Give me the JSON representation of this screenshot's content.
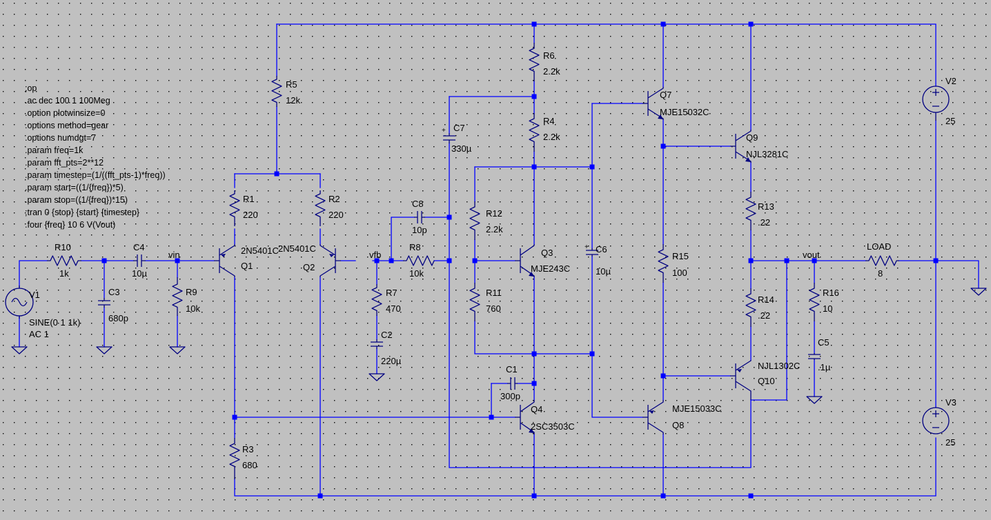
{
  "directives": [
    ";op",
    ".ac dec 100 1 100Meg",
    ".option plotwinsize=0",
    ".options method=gear",
    ".options numdgt=7",
    ".param freq=1k",
    ".param fft_pts=2**12",
    ".param timestep=(1/((fft_pts-1)*freq))",
    ".param start=((1/{freq})*5)",
    ".param stop=((1/{freq})*15)",
    ";tran 0 {stop} {start} {timestep}",
    ".four {freq} 10 6 V(Vout)"
  ],
  "nets": {
    "vin": "vin",
    "vfb": "vfb",
    "vout": "vout"
  },
  "components": {
    "R1": {
      "ref": "R1",
      "value": "220"
    },
    "R2": {
      "ref": "R2",
      "value": "220"
    },
    "R3": {
      "ref": "R3",
      "value": "680"
    },
    "R4": {
      "ref": "R4",
      "value": "2.2k"
    },
    "R5": {
      "ref": "R5",
      "value": "12k"
    },
    "R6": {
      "ref": "R6",
      "value": "2.2k"
    },
    "R7": {
      "ref": "R7",
      "value": "470"
    },
    "R8": {
      "ref": "R8",
      "value": "10k"
    },
    "R9": {
      "ref": "R9",
      "value": "10k"
    },
    "R10": {
      "ref": "R10",
      "value": "1k"
    },
    "R11": {
      "ref": "R11",
      "value": "760"
    },
    "R12": {
      "ref": "R12",
      "value": "2.2k"
    },
    "R13": {
      "ref": "R13",
      "value": ".22"
    },
    "R14": {
      "ref": "R14",
      "value": ".22"
    },
    "R15": {
      "ref": "R15",
      "value": "100"
    },
    "R16": {
      "ref": "R16",
      "value": "10"
    },
    "LOAD": {
      "ref": "LOAD",
      "value": "8"
    },
    "C1": {
      "ref": "C1",
      "value": "300p"
    },
    "C2": {
      "ref": "C2",
      "value": "220µ"
    },
    "C3": {
      "ref": "C3",
      "value": "680p"
    },
    "C4": {
      "ref": "C4",
      "value": "10µ"
    },
    "C5": {
      "ref": "C5",
      "value": ".1µ"
    },
    "C6": {
      "ref": "C6",
      "value": "10µ"
    },
    "C7": {
      "ref": "C7",
      "value": "330µ"
    },
    "C8": {
      "ref": "C8",
      "value": "10p"
    },
    "Q1": {
      "ref": "Q1",
      "value": "2N5401C"
    },
    "Q2": {
      "ref": "Q2",
      "value": "2N5401C"
    },
    "Q3": {
      "ref": "Q3",
      "value": "MJE243C"
    },
    "Q4": {
      "ref": "Q4",
      "value": "2SC3503C"
    },
    "Q7": {
      "ref": "Q7",
      "value": "MJE15032C"
    },
    "Q8": {
      "ref": "Q8",
      "value": "MJE15033C"
    },
    "Q9": {
      "ref": "Q9",
      "value": "NJL3281C"
    },
    "Q10": {
      "ref": "Q10",
      "value": "NJL1302C"
    },
    "V1": {
      "ref": "V1",
      "value": "SINE(0 1 1k)",
      "value2": "AC 1"
    },
    "V2": {
      "ref": "V2",
      "value": "25"
    },
    "V3": {
      "ref": "V3",
      "value": "25"
    }
  }
}
